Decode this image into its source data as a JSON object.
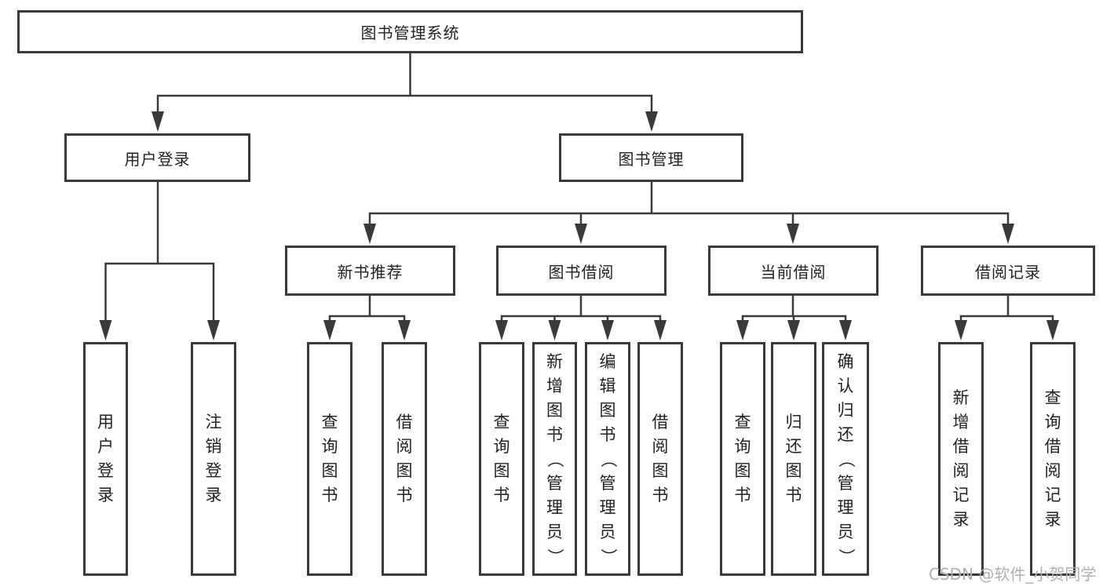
{
  "tree": {
    "root": "图书管理系统",
    "user_login": {
      "label": "用户登录",
      "children": [
        "用户登录",
        "注销登录"
      ]
    },
    "book_mgmt": {
      "label": "图书管理",
      "children": [
        {
          "label": "新书推荐",
          "children": [
            "查询图书",
            "借阅图书"
          ]
        },
        {
          "label": "图书借阅",
          "children": [
            "查询图书",
            "新增图书（管理员）",
            "编辑图书（管理员）",
            "借阅图书"
          ]
        },
        {
          "label": "当前借阅",
          "children": [
            "查询图书",
            "归还图书",
            "确认归还（管理员）"
          ]
        },
        {
          "label": "借阅记录",
          "children": [
            "新增借阅记录",
            "查询借阅记录"
          ]
        }
      ]
    }
  },
  "watermark": {
    "text": "CSDN @软件_小贺同学"
  },
  "colors": {
    "line": "#3a3a3a",
    "box_border": "#3a3a3a",
    "box_fill": "#ffffff",
    "text": "#222222",
    "watermark": "#b0b0b0"
  }
}
